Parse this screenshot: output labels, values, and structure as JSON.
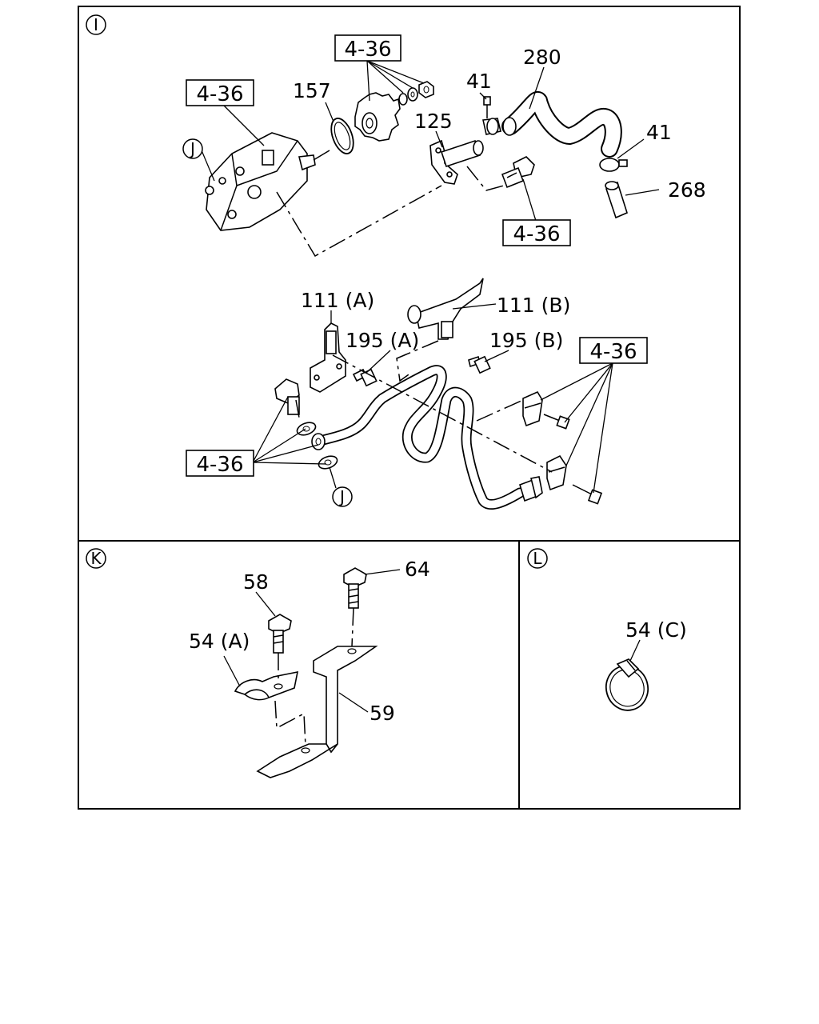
{
  "sections": {
    "I": {
      "marker": "I",
      "labels": {
        "ref_top": "4-36",
        "ref_pump": "4-36",
        "ref_pipe_bolt": "4-36",
        "ref_right": "4-36",
        "ref_left": "4-36",
        "p157": "157",
        "p125": "125",
        "p41_top": "41",
        "p280": "280",
        "p41_right": "41",
        "p268": "268",
        "p111a": "111 (A)",
        "p111b": "111 (B)",
        "p195a": "195 (A)",
        "p195b": "195 (B)",
        "callout_j_pump": "J",
        "callout_j_pipe": "J"
      }
    },
    "K": {
      "marker": "K",
      "labels": {
        "p58": "58",
        "p64": "64",
        "p54a": "54 (A)",
        "p59": "59"
      }
    },
    "L": {
      "marker": "L",
      "labels": {
        "p54c": "54 (C)"
      }
    }
  }
}
